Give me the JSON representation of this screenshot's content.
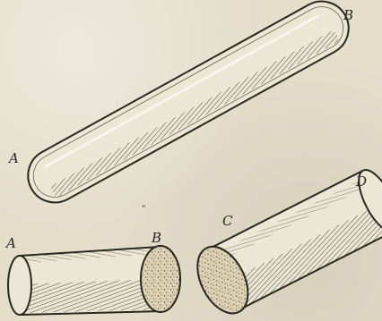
{
  "labels": {
    "a_top": "A",
    "b_top": "B",
    "a_bottom": "A",
    "b_bottom": "B",
    "c": "C",
    "d": "D",
    "mark": "“"
  },
  "colors": {
    "paper": "#e4ddca",
    "ink": "#2a2620",
    "section_fill": "#ddd2b4"
  }
}
